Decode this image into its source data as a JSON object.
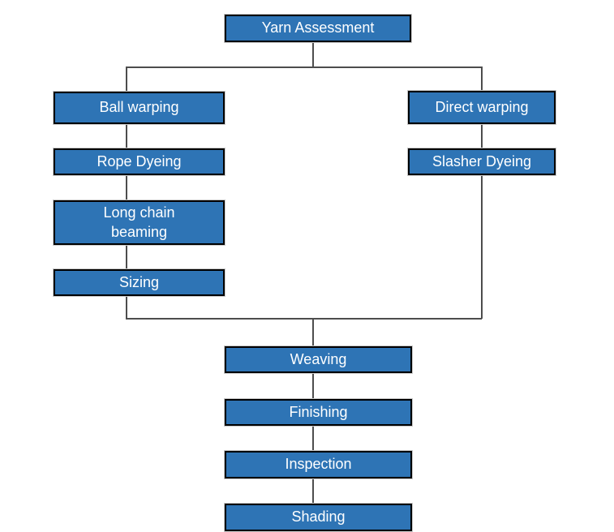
{
  "colors": {
    "background": "#FFFFFF",
    "node_fill": "#2E74B5",
    "node_border": "#000000",
    "node_text": "#FFFFFF",
    "connector": "#4D4D4D"
  },
  "diagram": {
    "type": "flowchart",
    "nodes": [
      {
        "id": "yarn-assessment",
        "label": "Yarn Assessment"
      },
      {
        "id": "ball-warping",
        "label": "Ball warping"
      },
      {
        "id": "rope-dyeing",
        "label": "Rope Dyeing"
      },
      {
        "id": "long-chain-beaming",
        "label": "Long chain\nbeaming"
      },
      {
        "id": "sizing",
        "label": "Sizing"
      },
      {
        "id": "direct-warping",
        "label": "Direct warping"
      },
      {
        "id": "slasher-dyeing",
        "label": "Slasher Dyeing"
      },
      {
        "id": "weaving",
        "label": "Weaving"
      },
      {
        "id": "finishing",
        "label": "Finishing"
      },
      {
        "id": "inspection",
        "label": "Inspection"
      },
      {
        "id": "shading",
        "label": "Shading"
      }
    ],
    "edges": [
      {
        "from": "yarn-assessment",
        "to": "ball-warping"
      },
      {
        "from": "yarn-assessment",
        "to": "direct-warping"
      },
      {
        "from": "ball-warping",
        "to": "rope-dyeing"
      },
      {
        "from": "rope-dyeing",
        "to": "long-chain-beaming"
      },
      {
        "from": "long-chain-beaming",
        "to": "sizing"
      },
      {
        "from": "sizing",
        "to": "weaving"
      },
      {
        "from": "direct-warping",
        "to": "slasher-dyeing"
      },
      {
        "from": "slasher-dyeing",
        "to": "weaving"
      },
      {
        "from": "weaving",
        "to": "finishing"
      },
      {
        "from": "finishing",
        "to": "inspection"
      },
      {
        "from": "inspection",
        "to": "shading"
      }
    ]
  }
}
